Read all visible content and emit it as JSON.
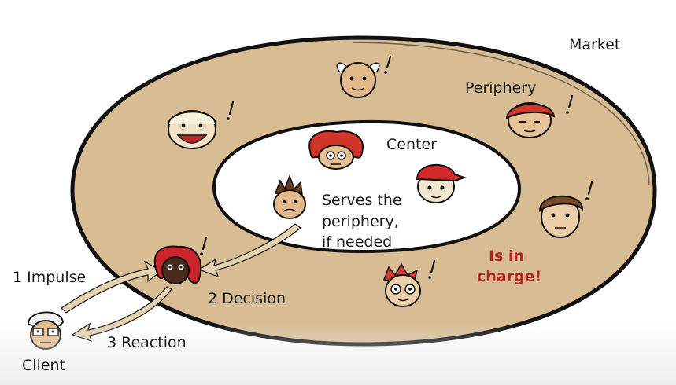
{
  "labels": {
    "market": "Market",
    "periphery": "Periphery",
    "center": "Center",
    "serves_line1": "Serves the",
    "serves_line2": "periphery,",
    "serves_line3": "if needed",
    "in_charge_line1": "Is in",
    "in_charge_line2": "charge!",
    "impulse": "1 Impulse",
    "decision": "2 Decision",
    "reaction": "3 Reaction",
    "client": "Client"
  },
  "colors": {
    "ring_fill": "#d8bd94",
    "outline": "#111111",
    "center_fill": "#ffffff",
    "arrow_fill": "#e6d3b0",
    "highlight_text": "#b0241c",
    "skin": "#e3b98a"
  },
  "faces": [
    "face-balding-old-man",
    "face-curly-blond",
    "face-redhead-squinting",
    "face-redhead-center",
    "face-red-cap",
    "face-spiky-hair",
    "face-brown-hair",
    "face-red-spiky-glasses",
    "face-dark-red-hair",
    "face-client-glasses"
  ]
}
